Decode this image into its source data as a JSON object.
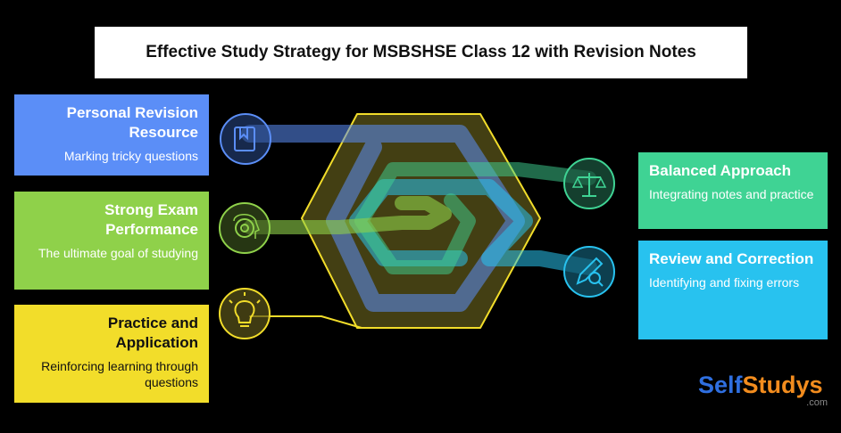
{
  "title": "Effective Study Strategy for MSBSHSE Class 12 with Revision Notes",
  "colors": {
    "background": "#000000",
    "blue": "#5b8ef7",
    "lime": "#8fd14a",
    "yellow": "#f2dd2a",
    "green": "#3fd394",
    "cyan": "#28c2ef",
    "logo_blue": "#2f6fe0",
    "logo_orange": "#f28c1e"
  },
  "left_cards": [
    {
      "title": "Personal Revision Resource",
      "desc": "Marking tricky questions",
      "color": "#5b8ef7",
      "text_color": "#ffffff",
      "icon": "book-icon"
    },
    {
      "title": "Strong Exam Performance",
      "desc": "The ultimate goal of studying",
      "color": "#8fd14a",
      "text_color": "#ffffff",
      "icon": "target-head-icon"
    },
    {
      "title": "Practice and Application",
      "desc": "Reinforcing learning through questions",
      "color": "#f2dd2a",
      "text_color": "#111111",
      "icon": "lightbulb-icon"
    }
  ],
  "right_cards": [
    {
      "title": "Balanced Approach",
      "desc": "Integrating notes and practice",
      "color": "#3fd394",
      "text_color": "#ffffff",
      "icon": "balance-scale-icon"
    },
    {
      "title": "Review and Correction",
      "desc": "Identifying and fixing errors",
      "color": "#28c2ef",
      "text_color": "#ffffff",
      "icon": "pen-magnifier-icon"
    }
  ],
  "logo": {
    "part1": "Self",
    "part2": "Studys",
    "domain": ".com"
  }
}
